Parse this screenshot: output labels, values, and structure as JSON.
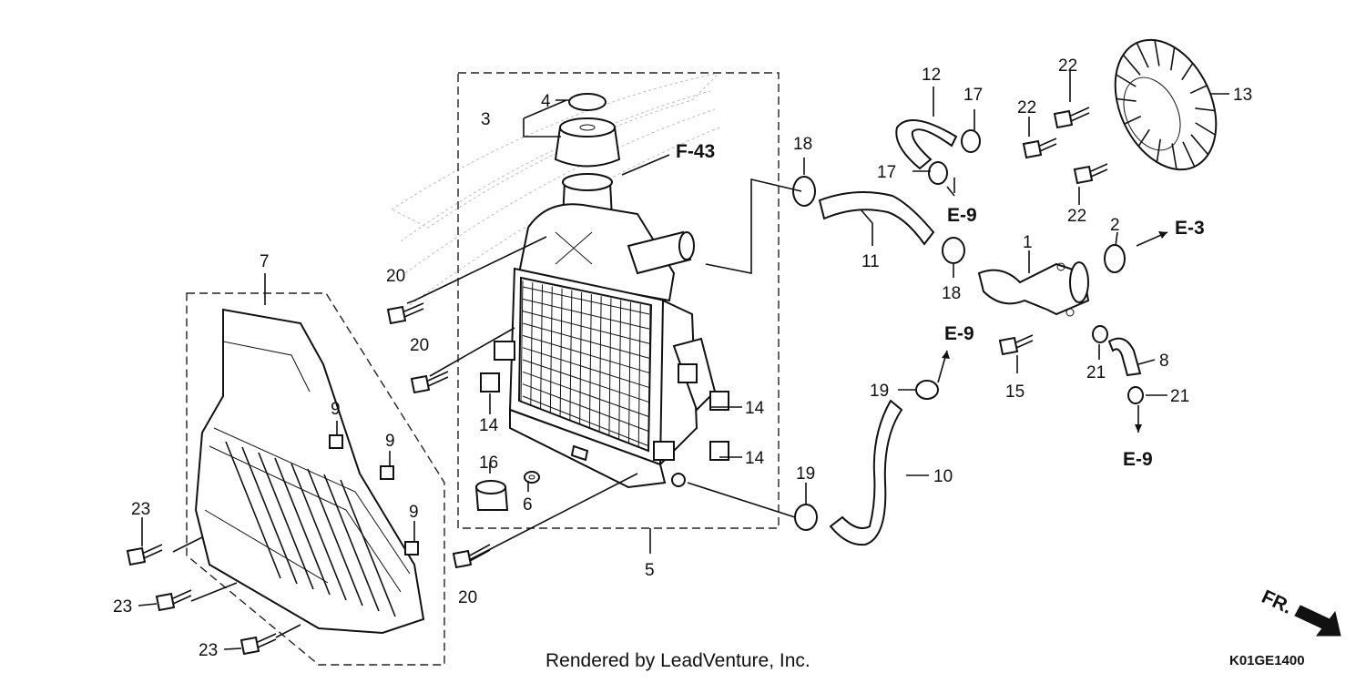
{
  "callouts": {
    "c1": "1",
    "c2": "2",
    "c3": "3",
    "c4": "4",
    "c5": "5",
    "c6": "6",
    "c7": "7",
    "c8": "8",
    "c9": "9",
    "c10": "10",
    "c11": "11",
    "c12": "12",
    "c13": "13",
    "c14": "14",
    "c15": "15",
    "c16": "16",
    "c17": "17",
    "c18": "18",
    "c19": "19",
    "c20": "20",
    "c21": "21",
    "c22": "22",
    "c23": "23"
  },
  "references": {
    "f43": "F-43",
    "e9": "E-9",
    "e3": "E-3"
  },
  "direction_label": "FR.",
  "footer": {
    "credit": "Rendered by LeadVenture, Inc.",
    "diagram_code": "K01GE1400"
  }
}
